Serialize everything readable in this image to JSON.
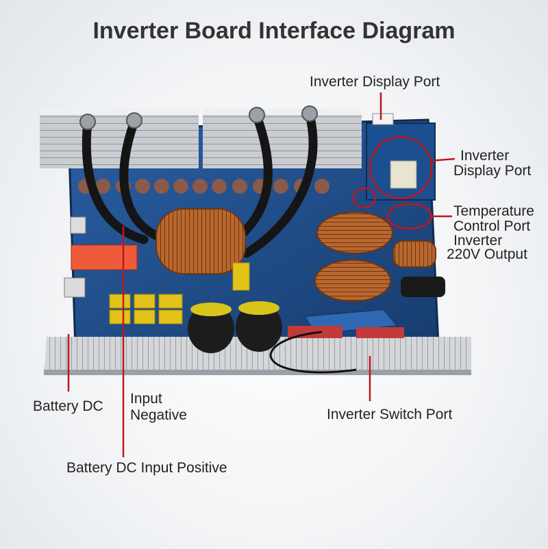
{
  "title": "Inverter Board Interface Diagram",
  "labels": {
    "display_port_top": "Inverter Display Port",
    "display_port_right": [
      "Inverter",
      "Display Port"
    ],
    "temperature_port": [
      "Temperature",
      "Control Port"
    ],
    "output_220v": [
      "Inverter",
      "220V Output"
    ],
    "battery_dc": "Battery DC",
    "input_negative": [
      "Input",
      "Negative"
    ],
    "switch_port": "Inverter Switch Port",
    "dc_input_positive": "Battery DC Input Positive"
  },
  "colors": {
    "board": "#1f4e8c",
    "heatsink": "#c9ccd0",
    "copper": "#b8672e",
    "callout": "#c0161d",
    "capacitor": "#8a5a4a",
    "yellow_caps": "#e3c21a",
    "orange_header": "#ee5a3a"
  }
}
